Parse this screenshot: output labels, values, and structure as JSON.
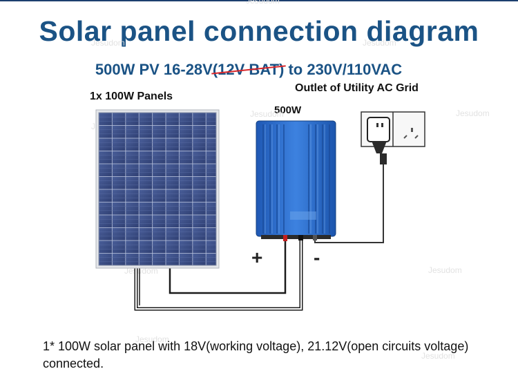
{
  "title": "Solar panel connection diagram",
  "subtitle": {
    "before": "500W PV 16-28V",
    "struck": "(12V BAT)",
    "after": " to 230V/110VAC"
  },
  "labels": {
    "panels": "1x 100W Panels",
    "outlet": "Outlet of Utility AC Grid",
    "inverter_power": "500W",
    "plus": "+",
    "minus": "-"
  },
  "watermark": "Jesudom",
  "caption": "1* 100W solar panel with 18V(working voltage), 21.12V(open circuits voltage) connected.",
  "colors": {
    "title": "#1b5385",
    "strike": "#d8262a",
    "panel_cell": "#3a4d86",
    "inverter": "#2e6fd0",
    "wire": "#1a1a1a"
  },
  "icons": [
    "solar-panel-icon",
    "inverter-icon",
    "wall-outlet-icon",
    "ac-plug-icon"
  ]
}
